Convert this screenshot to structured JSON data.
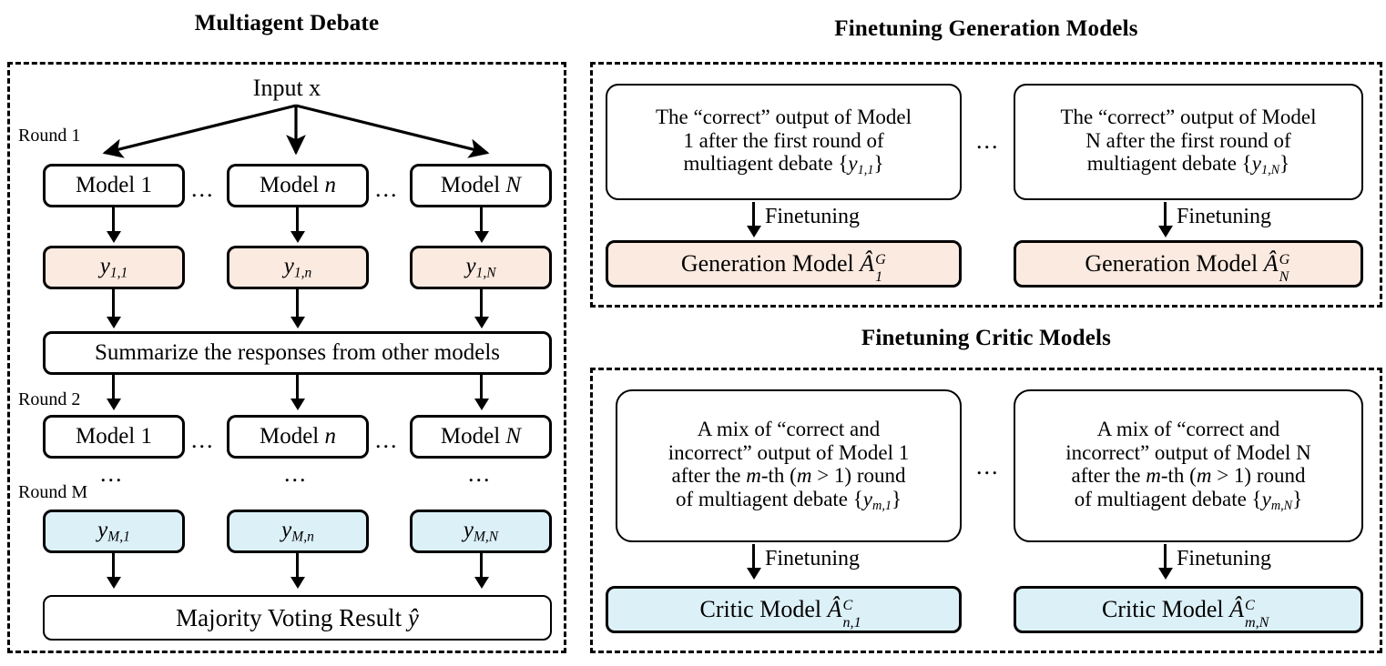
{
  "panels": {
    "debate": {
      "title": "Multiagent Debate",
      "input_label": "Input x",
      "round1_label": "Round 1",
      "round2_label": "Round 2",
      "roundM_label": "Round M",
      "models_round1": [
        "Model 1",
        "Model n",
        "Model N"
      ],
      "models_round2": [
        "Model 1",
        "Model n",
        "Model N"
      ],
      "outputs_round1": [
        "y1,1",
        "y1,n",
        "y1,N"
      ],
      "outputs_roundM": [
        "yM,1",
        "yM,n",
        "yM,N"
      ],
      "summarize_label": "Summarize the responses from other models",
      "majority_label": "Majority Voting Result ŷ",
      "ellipsis": "...",
      "colors": {
        "round1_fill": "#FBEAE0",
        "roundM_fill": "#DCF0F8"
      }
    },
    "generation": {
      "title": "Finetuning Generation Models",
      "ellipsis": "...",
      "arrow_label": "Finetuning",
      "columns": [
        {
          "source_lines": [
            "The “correct” output of Model",
            "1 after the first round of",
            "multiagent debate {y1,1}"
          ],
          "result_label": "Generation Model ÂG1"
        },
        {
          "source_lines": [
            "The “correct” output of Model",
            "N after the first round of",
            "multiagent debate {y1,N}"
          ],
          "result_label": "Generation Model ÂGN"
        }
      ],
      "colors": {
        "result_fill": "#FBEAE0"
      }
    },
    "critic": {
      "title": "Finetuning Critic Models",
      "ellipsis": "...",
      "arrow_label": "Finetuning",
      "columns": [
        {
          "source_lines": [
            "A mix of “correct and",
            "incorrect” output of Model 1",
            "after the m-th (m > 1) round",
            "of multiagent debate {ym,1}"
          ],
          "result_label": "Critic Model ÂCn,1"
        },
        {
          "source_lines": [
            "A mix of “correct and",
            "incorrect” output of Model N",
            "after the m-th (m > 1) round",
            "of multiagent debate {ym,N}"
          ],
          "result_label": "Critic Model ÂCm,N"
        }
      ],
      "colors": {
        "result_fill": "#DCF0F8"
      }
    }
  }
}
